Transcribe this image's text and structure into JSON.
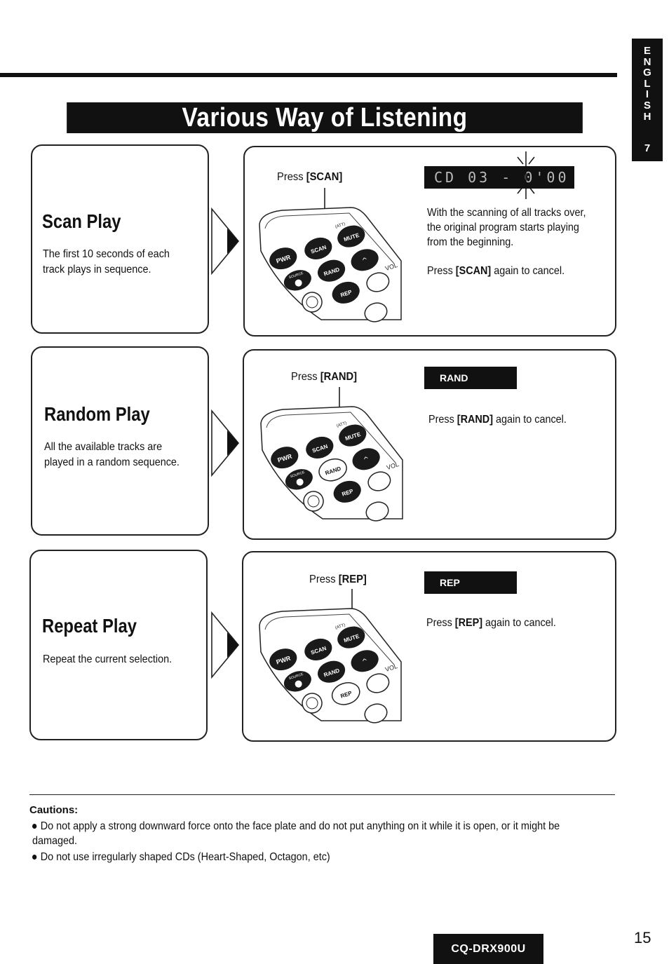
{
  "header": {
    "title": "Various Way of Listening",
    "side_tab_letters": [
      "E",
      "N",
      "G",
      "L",
      "I",
      "S",
      "H"
    ],
    "side_tab_number": "7"
  },
  "sections": [
    {
      "title": "Scan Play",
      "description": "The first 10 seconds of each\ntrack plays in sequence.",
      "press_prefix": "Press ",
      "press_key": "[SCAN]",
      "display_text": "CD 03 -  0'00",
      "info_lines": [
        "With the scanning of all tracks over,\nthe original program starts playing\nfrom the beginning."
      ],
      "cancel_prefix": "Press ",
      "cancel_key": "[SCAN]",
      "cancel_suffix": " again to cancel."
    },
    {
      "title": "Random Play",
      "description": "All the available tracks are\nplayed in a random sequence.",
      "press_prefix": "Press ",
      "press_key": "[RAND]",
      "display_text": "RAND",
      "cancel_prefix": "Press ",
      "cancel_key": "[RAND]",
      "cancel_suffix": " again to cancel."
    },
    {
      "title": "Repeat Play",
      "description": "Repeat the current selection.",
      "press_prefix": "Press ",
      "press_key": "[REP]",
      "display_text": "REP",
      "cancel_prefix": "Press ",
      "cancel_key": "[REP]",
      "cancel_suffix": "  again to cancel."
    }
  ],
  "remote_labels": {
    "pwr": "PWR",
    "scan": "SCAN",
    "mute": "MUTE",
    "att": "(ATT)",
    "source": "SOURCE",
    "rand": "RAND",
    "vol": "VOL",
    "rep": "REP"
  },
  "cautions": {
    "title": "Cautions:",
    "items": [
      "Do not apply a strong downward force onto the face plate and do not put anything on it while it is open, or it might be damaged.",
      "Do not use irregularly shaped CDs (Heart-Shaped, Octagon, etc)"
    ]
  },
  "footer": {
    "model": "CQ-DRX900U",
    "page_number": "15"
  }
}
